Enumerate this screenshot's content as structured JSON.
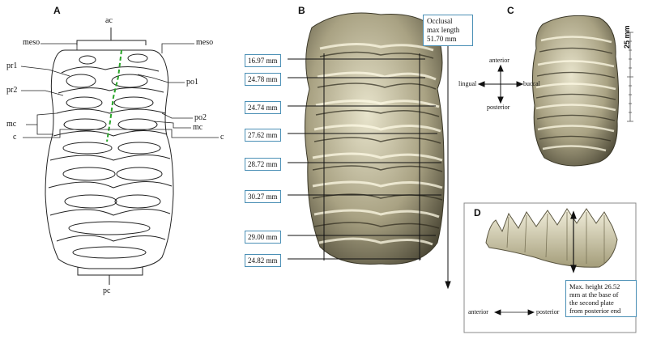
{
  "panels": {
    "a": "A",
    "b": "B",
    "c": "C",
    "d": "D"
  },
  "panel_a": {
    "labels": {
      "ac": "ac",
      "meso_left": "meso",
      "meso_right": "meso",
      "pr1": "pr1",
      "pr2": "pr2",
      "po1": "po1",
      "po2": "po2",
      "mc_left": "mc",
      "mc_right": "mc",
      "c_left": "c",
      "c_right": "c",
      "pc": "pc"
    }
  },
  "panel_b": {
    "measurements": [
      "16.97 mm",
      "24.78 mm",
      "24.74 mm",
      "27.62 mm",
      "28.72 mm",
      "30.27 mm",
      "29.00 mm",
      "24.82 mm"
    ],
    "occlusal_note": [
      "Occlusal",
      "max length",
      "51.70 mm"
    ]
  },
  "orientation": {
    "anterior": "anterior",
    "posterior": "posterior",
    "lingual": "lingual",
    "buccal": "buccal"
  },
  "panel_c": {
    "scale": "25 mm"
  },
  "panel_d": {
    "note": [
      "Max. height 26.52",
      "mm at the base of",
      "the second plate",
      "from posterior end"
    ],
    "anterior": "anterior",
    "posterior": "posterior"
  },
  "colors": {
    "box_border": "#4a8fb5",
    "tooth": "#c9c3a4",
    "dashed_line": "#2aa52a"
  }
}
